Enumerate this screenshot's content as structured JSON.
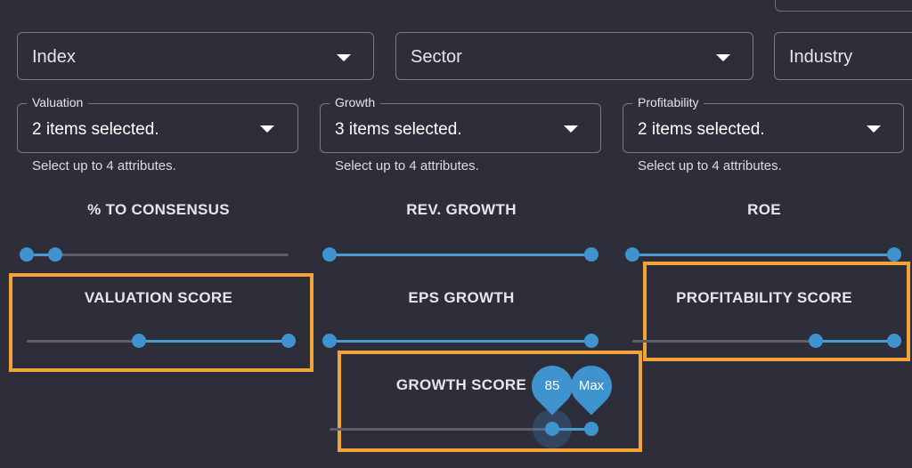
{
  "filters": {
    "index": {
      "label": "Index"
    },
    "sector": {
      "label": "Sector"
    },
    "industry": {
      "label": "Industry"
    }
  },
  "attributes": [
    {
      "legend": "Valuation",
      "value": "2 items selected.",
      "helper": "Select up to 4 attributes."
    },
    {
      "legend": "Growth",
      "value": "3 items selected.",
      "helper": "Select up to 4 attributes."
    },
    {
      "legend": "Profitability",
      "value": "2 items selected.",
      "helper": "Select up to 4 attributes."
    }
  ],
  "sliders": {
    "pct_to_consensus": {
      "title": "% TO CONSENSUS",
      "range": [
        0.0,
        0.11
      ]
    },
    "rev_growth": {
      "title": "REV. GROWTH",
      "range": [
        0.0,
        1.0
      ]
    },
    "roe": {
      "title": "ROE",
      "range": [
        0.0,
        1.0
      ]
    },
    "valuation_score": {
      "title": "VALUATION SCORE",
      "range": [
        0.43,
        1.0
      ]
    },
    "eps_growth": {
      "title": "EPS GROWTH",
      "range": [
        0.0,
        1.0
      ]
    },
    "profitability_score": {
      "title": "PROFITABILITY SCORE",
      "range": [
        0.7,
        1.0
      ]
    },
    "growth_score": {
      "title": "GROWTH SCORE",
      "range": [
        0.85,
        1.0
      ],
      "min_label": "85",
      "max_label": "Max"
    }
  },
  "colors": {
    "accent": "#3f93cf",
    "highlight": "#f4a436",
    "background": "#2e2d3a"
  }
}
